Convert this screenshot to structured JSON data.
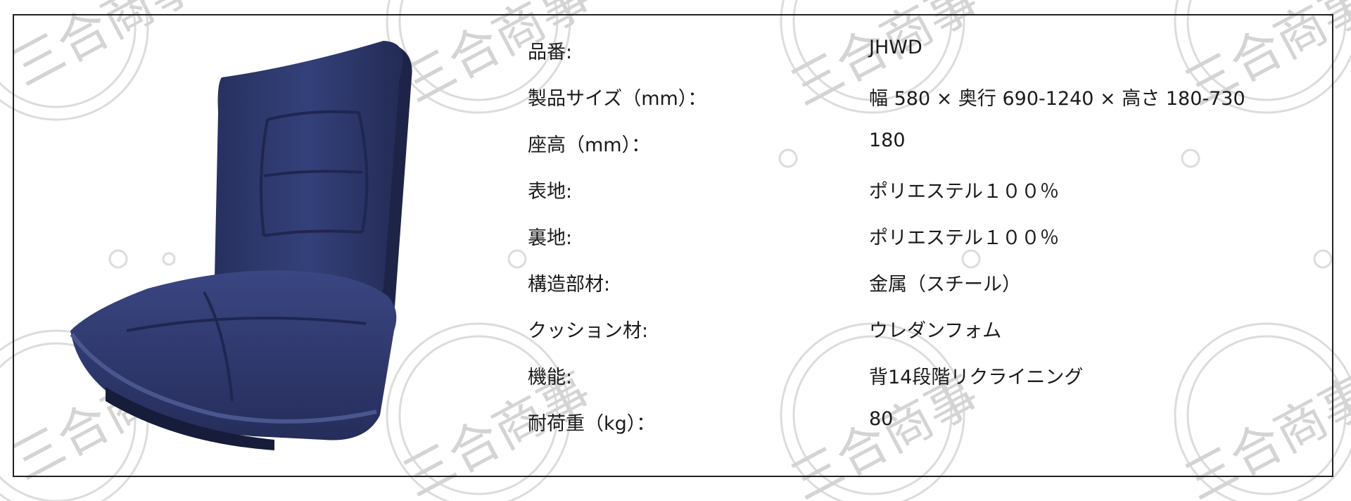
{
  "watermark": {
    "text": "三合商事",
    "color": "#d9d9d9"
  },
  "product": {
    "image_subject": "floor-chair-icon",
    "color": "#2f3b73"
  },
  "specs": [
    {
      "label": "品番:",
      "value": "JHWD"
    },
    {
      "label": "製品サイズ（mm）：",
      "value": "幅 580 × 奥行 690-1240 × 高さ 180-730"
    },
    {
      "label": "座高（mm）：",
      "value": "180"
    },
    {
      "label": "表地:",
      "value": "ポリエステル１００％"
    },
    {
      "label": "裏地:",
      "value": "ポリエステル１００％"
    },
    {
      "label": "構造部材:",
      "value": "金属（スチール）"
    },
    {
      "label": "クッション材:",
      "value": "ウレダンフォム"
    },
    {
      "label": "機能:",
      "value": "背14段階リクライニング"
    },
    {
      "label": "耐荷重（kg）：",
      "value": "80"
    }
  ]
}
